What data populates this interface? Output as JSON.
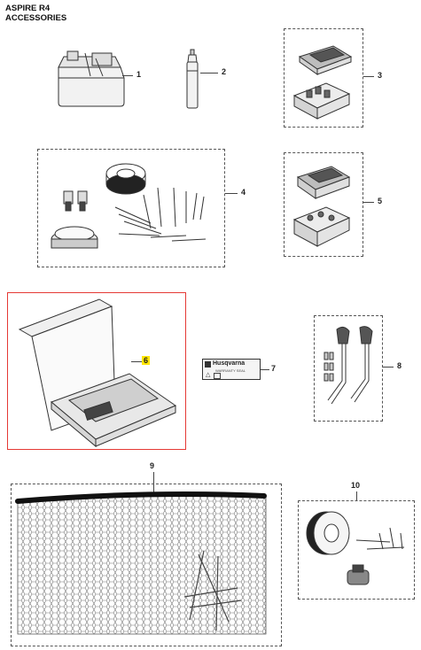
{
  "header": {
    "line1": "ASPIRE R4",
    "line2": "ACCESSORIES"
  },
  "parts": [
    {
      "ref": "1"
    },
    {
      "ref": "2"
    },
    {
      "ref": "3"
    },
    {
      "ref": "4"
    },
    {
      "ref": "5"
    },
    {
      "ref": "6",
      "highlighted": true
    },
    {
      "ref": "7"
    },
    {
      "ref": "8"
    },
    {
      "ref": "9"
    },
    {
      "ref": "10"
    }
  ],
  "label_sticker": {
    "brand": "Husqvarna",
    "line2": "WARRANTY SEAL"
  },
  "colors": {
    "highlight_box": "#e53935",
    "highlight_tag": "#ffe600"
  }
}
